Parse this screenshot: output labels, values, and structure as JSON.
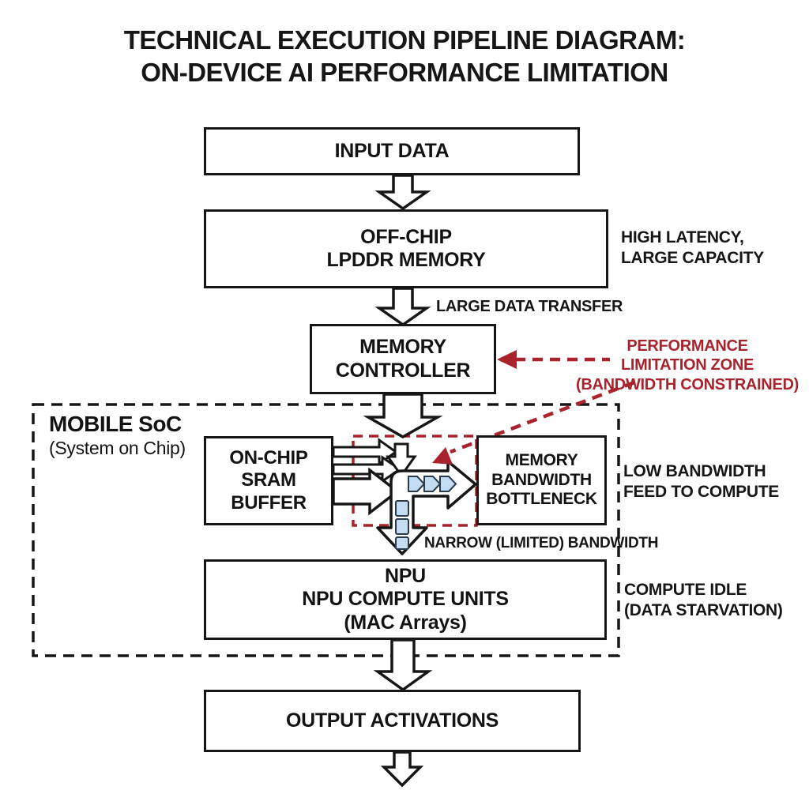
{
  "title": {
    "line1": "TECHNICAL EXECUTION PIPELINE DIAGRAM:",
    "line2": "ON-DEVICE AI PERFORMANCE LIMITATION"
  },
  "nodes": {
    "input": {
      "label": "INPUT DATA"
    },
    "offchip": {
      "line1": "OFF-CHIP",
      "line2": "LPDDR MEMORY"
    },
    "memctrl": {
      "line1": "MEMORY",
      "line2": "CONTROLLER"
    },
    "soc": {
      "title": "MOBILE SoC",
      "subtitle": "(System on Chip)"
    },
    "sram": {
      "line1": "ON-CHIP",
      "line2": "SRAM",
      "line3": "BUFFER"
    },
    "bottleneck": {
      "line1": "MEMORY",
      "line2": "BANDWIDTH",
      "line3": "BOTTLENECK"
    },
    "npu": {
      "line1": "NPU",
      "line2": "NPU COMPUTE UNITS",
      "line3": "(MAC Arrays)"
    },
    "output": {
      "label": "OUTPUT ACTIVATIONS"
    }
  },
  "annotations": {
    "high_latency": {
      "line1": "HIGH LATENCY,",
      "line2": "LARGE CAPACITY"
    },
    "large_data_transfer": "LARGE DATA TRANSFER",
    "performance_zone": {
      "line1": "PERFORMANCE",
      "line2": "LIMITATION ZONE",
      "line3": "(BANDWIDTH CONSTRAINED)"
    },
    "low_bandwidth": {
      "line1": "LOW BANDWIDTH",
      "line2": "FEED TO COMPUTE"
    },
    "narrow_bandwidth": "NARROW (LIMITED) BANDWIDTH",
    "compute_idle": {
      "line1": "COMPUTE IDLE",
      "line2": "(DATA STARVATION)"
    }
  },
  "colors": {
    "background": "#FFFFFF",
    "line_black": "#161616",
    "accent_red": "#A8232B",
    "packet_blue": "#C3DCF2"
  }
}
